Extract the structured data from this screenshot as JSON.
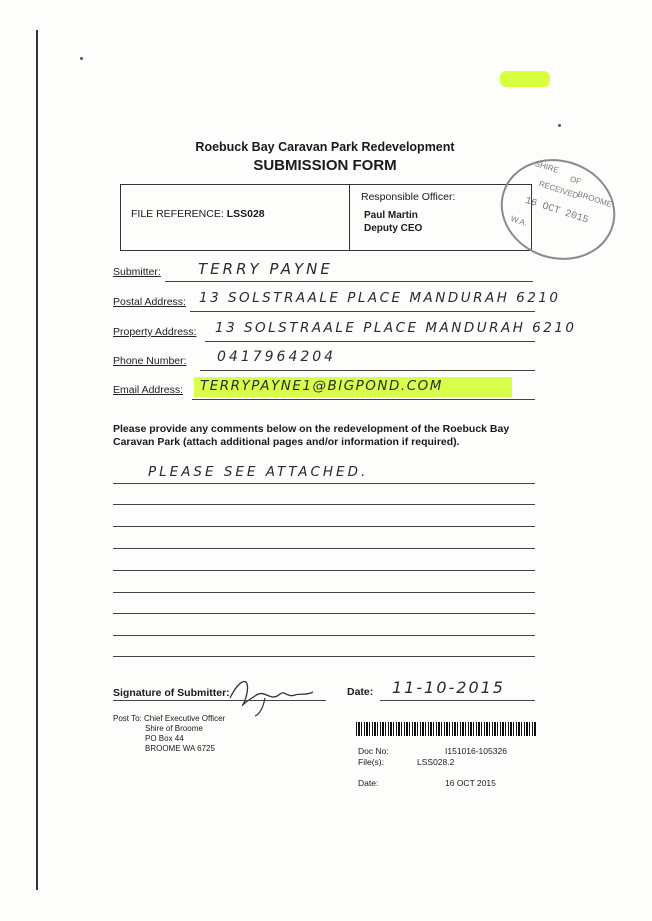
{
  "header": {
    "title_line1": "Roebuck Bay Caravan Park Redevelopment",
    "title_line2": "SUBMISSION FORM"
  },
  "file_box": {
    "file_reference_label": "FILE REFERENCE:",
    "file_reference_value": "LSS028",
    "responsible_officer_label": "Responsible Officer:",
    "officer_name": "Paul Martin",
    "officer_title": "Deputy CEO"
  },
  "stamp": {
    "line1": "SHIRE",
    "line2": "OF",
    "line3": "BROOME",
    "received": "RECEIVED",
    "date": "16 OCT 2015",
    "state": "W.A."
  },
  "fields": {
    "submitter_label": "Submitter:",
    "submitter_value": "TERRY PAYNE",
    "postal_label": "Postal Address:",
    "postal_value": "13 SOLSTRAALE PLACE MANDURAH 6210",
    "property_label": "Property Address:",
    "property_value": "13 SOLSTRAALE PLACE MANDURAH 6210",
    "phone_label": "Phone Number:",
    "phone_value": "0417964204",
    "email_label": "Email Address:",
    "email_value": "TERRYPAYNE1@BIGPOND.COM"
  },
  "comments": {
    "instructions": "Please provide any comments below on the redevelopment of the Roebuck Bay Caravan Park (attach additional pages and/or information if required).",
    "first_line": "PLEASE SEE ATTACHED."
  },
  "signature_row": {
    "signature_label": "Signature of Submitter:",
    "date_label": "Date:",
    "date_value": "11-10-2015"
  },
  "post_to": {
    "line1": "Post To: Chief Executive Officer",
    "line2": "Shire of Broome",
    "line3": "PO Box 44",
    "line4": "BROOME WA 6725"
  },
  "doc_info": {
    "doc_no_label": "Doc No:",
    "doc_no_value": "I151016-105326",
    "files_label": "File(s):",
    "files_value": "LSS028.2",
    "date_label": "Date:",
    "date_value": "16 OCT 2015"
  },
  "colors": {
    "highlight": "#d4ff2a",
    "stamp": "#8a8a8a"
  }
}
